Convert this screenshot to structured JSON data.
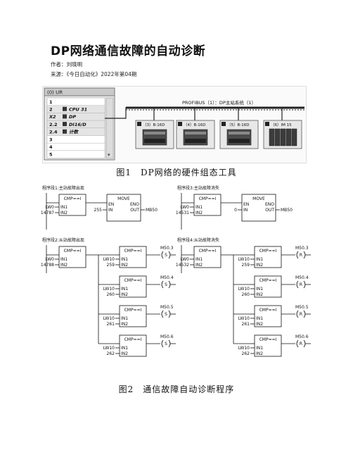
{
  "doc": {
    "title": "DP网络通信故障的自动诊断",
    "author": "作者：刘晓明",
    "source": "来源：《今日自动化》2022年第04期"
  },
  "fig1": {
    "caption": "图1　DP网络的硬件组态工具",
    "table_title": "(0) UR",
    "rows": [
      {
        "slot": "1",
        "module": ""
      },
      {
        "slot": "2",
        "module": "CPU 31"
      },
      {
        "slot": "X2",
        "module": "DP"
      },
      {
        "slot": "2.2",
        "module": "DI16/D"
      },
      {
        "slot": "2.4",
        "module": "计数"
      },
      {
        "slot": "3",
        "module": ""
      },
      {
        "slot": "4",
        "module": ""
      },
      {
        "slot": "5",
        "module": ""
      }
    ],
    "bus_label": "PROFIBUS（1）：DP主站系统（1）",
    "stations": [
      "（3）B-16D",
      "（4）B-16D",
      "（5）B-16D",
      "（6）IM 15"
    ]
  },
  "fig2": {
    "caption": "图2　通信故障自动诊断程序",
    "seg1": {
      "title": "程序段1:主站故障出现",
      "cmp": "CMP==I",
      "in1": "LW0",
      "in2": "14787",
      "move": "MOVE",
      "en": "EN",
      "eno": "ENO",
      "in": "IN",
      "out": "OUT",
      "in_val": "255",
      "out_val": "MB50"
    },
    "seg3": {
      "title": "程序段3:主站故障消失",
      "cmp": "CMP==I",
      "in1": "LW0",
      "in2": "14531",
      "move": "MOVE",
      "en": "EN",
      "eno": "ENO",
      "in": "IN",
      "out": "OUT",
      "in_val": "0",
      "out_val": "MB50"
    },
    "seg2": {
      "title": "程序段2:从站故障出现",
      "cmp": "CMP==I",
      "in1": "LW0",
      "in2": "14788",
      "coil_type": "S",
      "branches": [
        {
          "in1": "LW10",
          "in2": "259",
          "coil": "M50.3"
        },
        {
          "in1": "LW10",
          "in2": "260",
          "coil": "M50.4"
        },
        {
          "in1": "LW10",
          "in2": "261",
          "coil": "M50.5"
        },
        {
          "in1": "LW10",
          "in2": "262",
          "coil": "M50.6"
        }
      ]
    },
    "seg4": {
      "title": "程序段4:从站故障消失",
      "cmp": "CMP==I",
      "in1": "LW0",
      "in2": "14532",
      "coil_type": "R",
      "branches": [
        {
          "in1": "LW10",
          "in2": "259",
          "coil": "M50.3"
        },
        {
          "in1": "LW10",
          "in2": "260",
          "coil": "M50.4"
        },
        {
          "in1": "LW10",
          "in2": "261",
          "coil": "M50.5"
        },
        {
          "in1": "LW10",
          "in2": "262",
          "coil": "M50.6"
        }
      ]
    },
    "pin_in1": "IN1",
    "pin_in2": "IN2"
  }
}
